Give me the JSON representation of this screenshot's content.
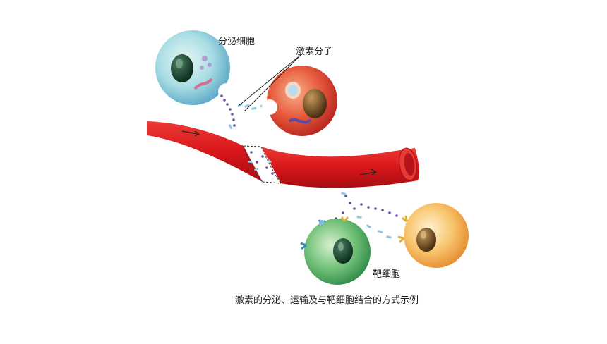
{
  "labels": {
    "secretory_cell": "分泌细胞",
    "hormone_molecule": "激素分子",
    "target_cell": "靶细胞"
  },
  "caption": "激素的分泌、运输及与靶细胞结合的方式示例",
  "colors": {
    "blood_vessel": "#d8161b",
    "secretory_cell": "#8fd0e0",
    "upper_target_cell": "#e7533a",
    "green_target_cell": "#5fb769",
    "orange_target_cell": "#f5a545",
    "hormone_dot": "#6a4fa0",
    "hormone_rod": "#8fc8e8"
  }
}
